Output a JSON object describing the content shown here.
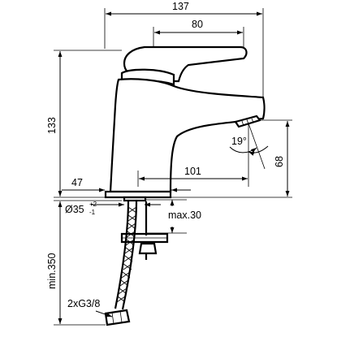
{
  "dimensions": {
    "total_length": "137",
    "handle_length": "80",
    "height": "133",
    "outlet_height": "68",
    "outlet_angle": "19°",
    "spout_reach": "101",
    "base_offset": "47",
    "hole_diameter": "Ø35",
    "hole_tol_upper": "+2",
    "hole_tol_lower": "-1",
    "max_thickness": "max.30",
    "min_hose": "min.350",
    "connection": "2xG3/8"
  }
}
